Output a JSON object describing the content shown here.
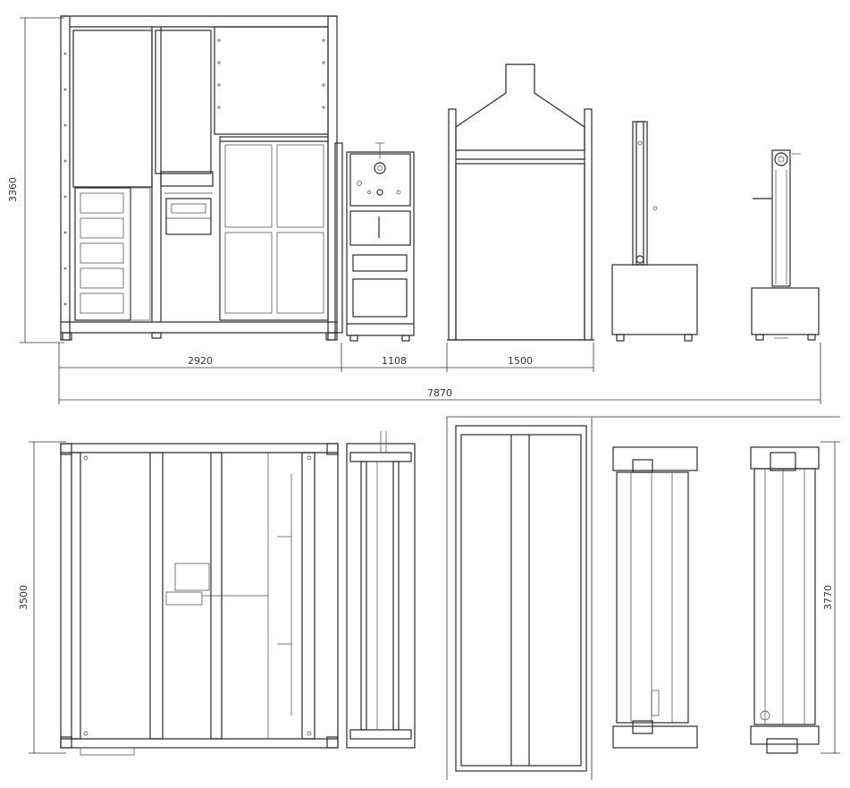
{
  "dimensions": {
    "front_height": "3360",
    "width_main": "2920",
    "width_control": "1108",
    "width_hood": "1500",
    "total_width": "7870",
    "plan_depth_left": "3500",
    "plan_depth_right": "3770"
  },
  "colors": {
    "line": "#2a2a2a",
    "background": "#ffffff"
  }
}
